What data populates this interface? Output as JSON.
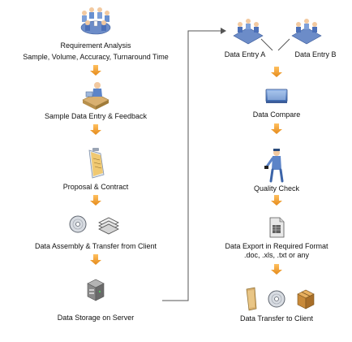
{
  "diagram": {
    "steps_left": [
      {
        "label": "Requirement Analysis",
        "sublabel": "Sample, Volume, Accuracy, Turnaround Time",
        "icon": "meeting-group-icon"
      },
      {
        "label": "Sample Data Entry & Feedback",
        "icon": "operator-at-desk-icon"
      },
      {
        "label": "Proposal & Contract",
        "icon": "contract-document-icon"
      },
      {
        "label": "Data Assembly & Transfer from Client",
        "icon": "disc-and-papers-icon"
      },
      {
        "label": "Data Storage on Server",
        "icon": "server-box-icon"
      }
    ],
    "steps_right": [
      {
        "label": "Data Entry A",
        "icon": "data-entry-team-icon"
      },
      {
        "label": "Data Entry B",
        "icon": "data-entry-team-icon"
      },
      {
        "label": "Data Compare",
        "icon": "compare-window-icon"
      },
      {
        "label": "Quality Check",
        "icon": "inspector-icon"
      },
      {
        "label": "Data Export in Required Format",
        "sublabel": ".doc, .xls, .txt or any",
        "icon": "export-file-icon"
      },
      {
        "label": "Data Transfer to Client",
        "icon": "folder-disc-package-icon"
      }
    ],
    "colors": {
      "arrow": "#f0a030",
      "connector": "#555555",
      "icon_blue": "#5c84c8",
      "icon_grey": "#8c8c8c",
      "icon_tan": "#d9b070"
    }
  }
}
